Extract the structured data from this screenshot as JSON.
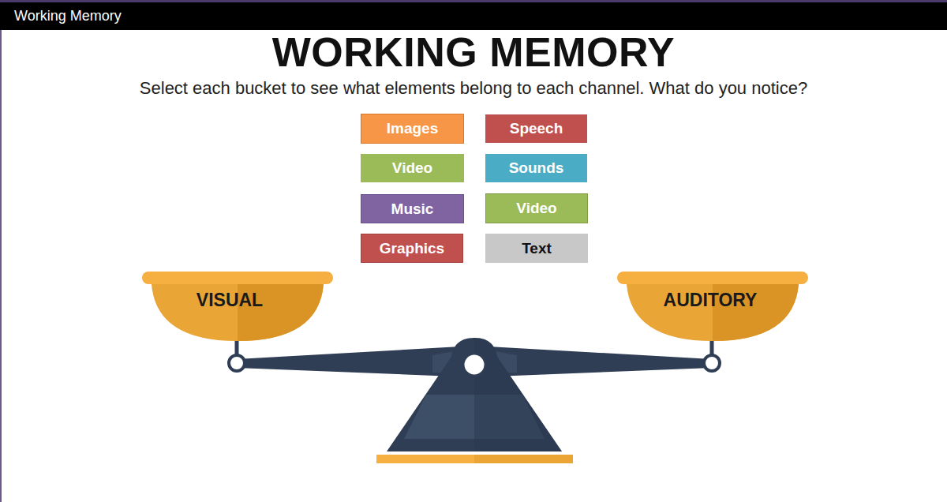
{
  "diagram": {
    "title": "WORKING MEMORY",
    "nodes": [
      {
        "text": [
          "Working Memory"
        ]
      },
      {
        "text": [
          "Images"
        ]
      },
      {
        "text": [
          "Speech"
        ]
      },
      {
        "text": [
          "Video"
        ]
      },
      {
        "text": [
          "Sounds"
        ]
      },
      {
        "text": [
          "Music"
        ]
      },
      {
        "text": [
          "Video"
        ]
      },
      {
        "text": [
          "Graphics"
        ]
      },
      {
        "text": [
          "Text"
        ]
      },
      {
        "text": [
          "VISUAL"
        ]
      },
      {
        "text": [
          "AUDITORY"
        ]
      }
    ],
    "labels": [
      "Select each bucket to see what elements belong to each channel. What do you notice?"
    ]
  }
}
